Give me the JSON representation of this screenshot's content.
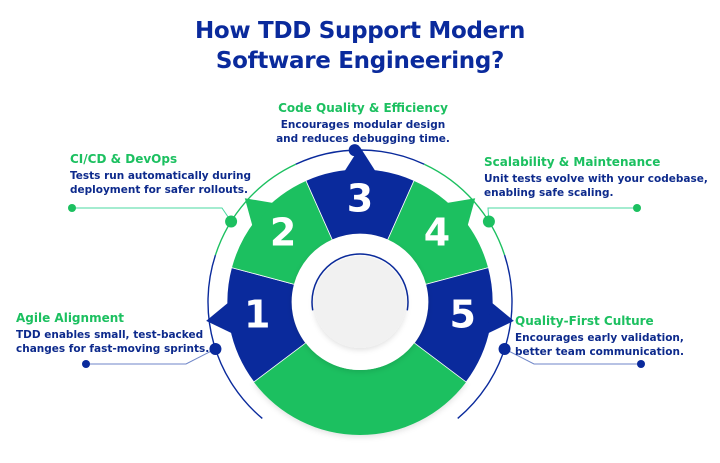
{
  "title": {
    "line1": "How TDD Support Modern",
    "line2": "Software Engineering?"
  },
  "colors": {
    "blue": "#0a2a9c",
    "green": "#1cc060",
    "text_dark": "#0d2a8c"
  },
  "segments": [
    {
      "number": "1",
      "heading": "Agile Alignment",
      "line1": "TDD enables small, test-backed",
      "line2": "changes for fast-moving sprints.",
      "color": "blue"
    },
    {
      "number": "2",
      "heading": "CI/CD & DevOps",
      "line1": "Tests run automatically during",
      "line2": "deployment for safer rollouts.",
      "color": "green"
    },
    {
      "number": "3",
      "heading": "Code Quality & Efficiency",
      "line1": "Encourages modular design",
      "line2": "and reduces debugging time.",
      "color": "blue"
    },
    {
      "number": "4",
      "heading": "Scalability & Maintenance",
      "line1": "Unit tests evolve with your codebase,",
      "line2": "enabling safe scaling.",
      "color": "green"
    },
    {
      "number": "5",
      "heading": "Quality-First Culture",
      "line1": "Encourages early validation,",
      "line2": "better team communication.",
      "color": "blue"
    }
  ]
}
